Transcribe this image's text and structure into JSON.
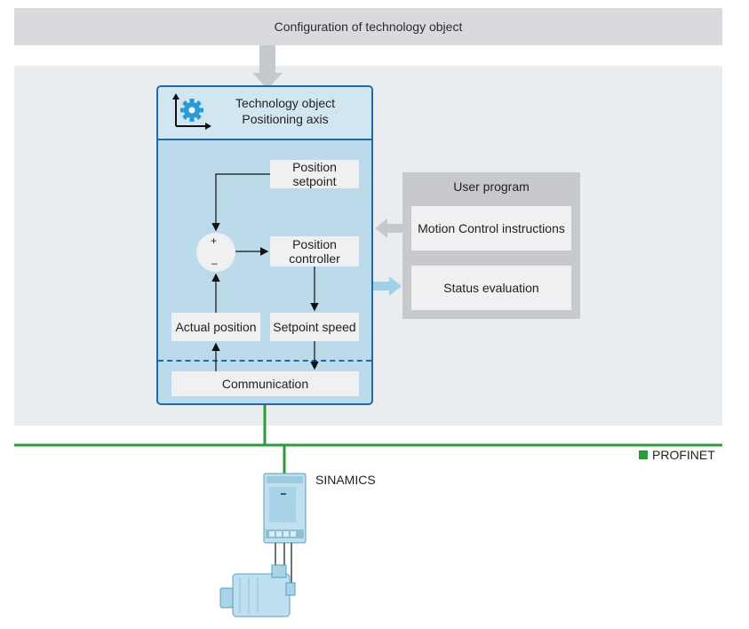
{
  "header": {
    "title": "Configuration of technology object"
  },
  "technology_object": {
    "title_line1": "Technology object",
    "title_line2": "Positioning axis",
    "icon": "gear-axis-icon",
    "blocks": {
      "position_setpoint": "Position setpoint",
      "position_controller": "Position controller",
      "actual_position": "Actual position",
      "setpoint_speed": "Setpoint speed",
      "communication": "Communication"
    },
    "summing": {
      "plus": "+",
      "minus": "–"
    }
  },
  "user_program": {
    "title": "User program",
    "motion_control": "Motion Control instructions",
    "status_evaluation": "Status evaluation"
  },
  "network": {
    "label": "PROFINET",
    "color": "#2e9a3a"
  },
  "drive": {
    "label": "SINAMICS"
  },
  "colors": {
    "accent": "#1f6aa8",
    "to_fill": "#bcdaea",
    "bus": "#2e9a3a",
    "arrow_light": "#9fd0e6"
  }
}
